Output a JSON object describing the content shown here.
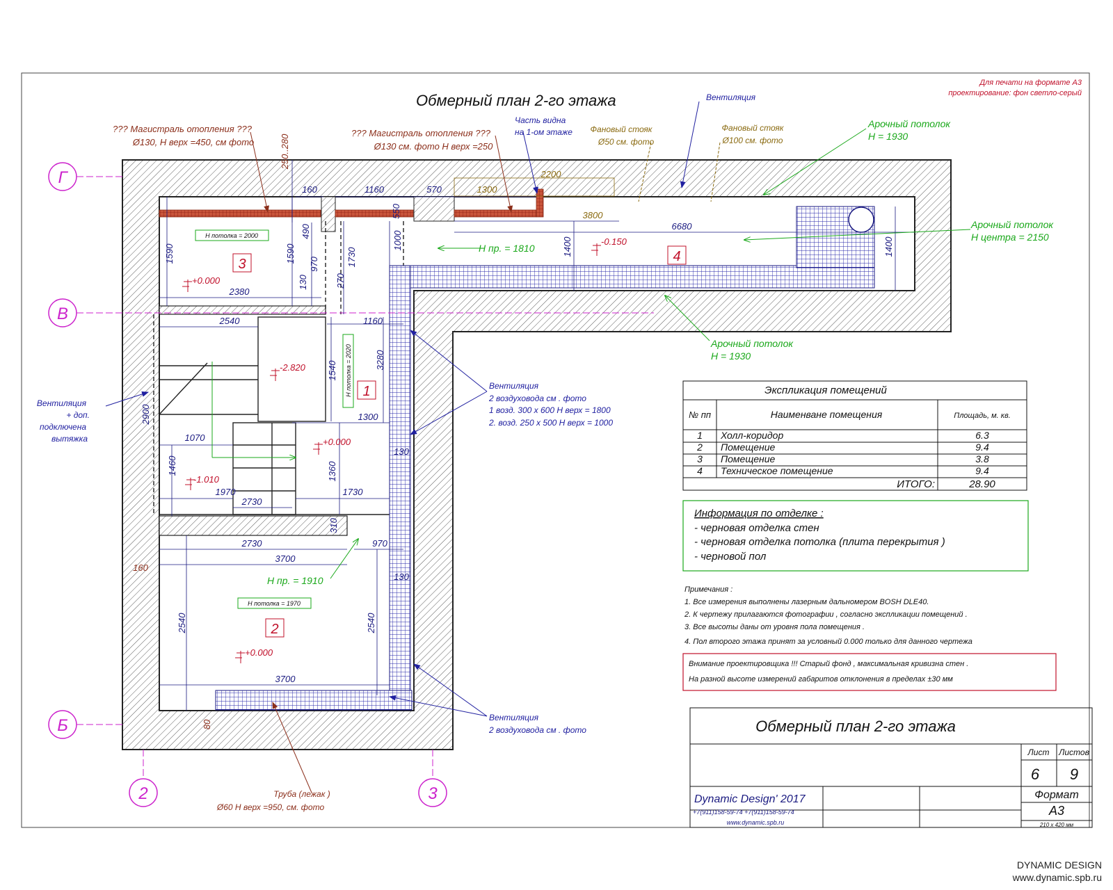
{
  "title": "Обмерный план  2-го этажа",
  "print_note": [
    "Для печати на формате А3",
    "проектирование: фон светло-серый"
  ],
  "axes": {
    "g": "Г",
    "v": "В",
    "b": "Б",
    "n2": "2",
    "n3": "3"
  },
  "annotations": {
    "heating1": [
      "??? Магистраль отопления    ???",
      "Ø130, H верх =450,  см фото"
    ],
    "heating2": [
      "??? Магистраль отопления    ???",
      "Ø130 см. фото H верх =250"
    ],
    "part_visible": [
      "Часть видна",
      "на 1-ом этаже"
    ],
    "vent_top": "Вентиляция",
    "riser50": [
      "Фановый стояк",
      "Ø50 см. фото"
    ],
    "riser100": [
      "Фановый стояк",
      "Ø100 см. фото"
    ],
    "arch1": [
      "Арочный потолок",
      "H = 1930"
    ],
    "arch2": [
      "Арочный потолок",
      "H центра = 2150"
    ],
    "arch3": [
      "Арочный потолок",
      "H = 1930"
    ],
    "vent_right": [
      "Вентиляция",
      "2 воздуховода см . фото",
      "1 возд. 300 x 600 H верх  = 1800",
      "2. возд. 250 x 500 H верх  = 1000"
    ],
    "vent_left": [
      "Вентиляция",
      "+ доп.",
      "подключена",
      "вытяжка"
    ],
    "vent_bottom": [
      "Вентиляция",
      "2 воздуховода см . фото"
    ],
    "pipe": [
      "Труба  (лежак )",
      "Ø60   H верх =950,  см. фото"
    ],
    "h_pr_1810": "H пр. =  1810",
    "h_pr_1910": "H пр. =  1910"
  },
  "rooms": {
    "r1": "1",
    "r2": "2",
    "r3": "3",
    "r4": "4"
  },
  "ceiling_tags": {
    "room3": "H потолка  = 2000",
    "room1": "H потолка = 2020",
    "room2": "H потолка  = 1970"
  },
  "levels": {
    "room3": "+0.000",
    "room4": "-0.150",
    "stair_top": "-2.820",
    "room1": "+0.000",
    "stair_bottom": "-1.010",
    "room2": "+0.000"
  },
  "dims": {
    "d250_280": "250..280",
    "d160_top": "160",
    "d1160_top": "1160",
    "d570": "570",
    "d1300_top": "1300",
    "d2200": "2200",
    "d3800": "3800",
    "d6680": "6680",
    "d1590_l": "1590",
    "d1590_r": "1590",
    "d490": "490",
    "d970_v": "970",
    "d1730_v": "1730",
    "d550": "550",
    "d1000": "1000",
    "d1400_l": "1400",
    "d1400_r": "1400",
    "d130_v": "130",
    "d270": "270",
    "d2380": "2380",
    "d2540_top": "2540",
    "d1160_mid": "1160",
    "d1540": "1540",
    "d3280": "3280",
    "d2900": "2900",
    "d1300_mid": "1300",
    "d1070": "1070",
    "d1460": "1460",
    "d1360": "1360",
    "d130_a": "130",
    "d1970": "1970",
    "d1730_h": "1730",
    "d2730_a": "2730",
    "d310": "310",
    "d2730_b": "2730",
    "d3700_a": "3700",
    "d970_h": "970",
    "d160_left": "160",
    "d130_b": "130",
    "d2540_l": "2540",
    "d2540_r": "2540",
    "d3700_b": "3700",
    "d80": "80"
  },
  "explication": {
    "title": "Экспликация помещений",
    "headers": [
      "№ пп",
      "Наименване помещения",
      "Площадь,      м. кв."
    ],
    "rows": [
      {
        "n": "1",
        "name": "Холл-коридор",
        "area": "6.3"
      },
      {
        "n": "2",
        "name": "Помещение",
        "area": "9.4"
      },
      {
        "n": "3",
        "name": "Помещение",
        "area": "3.8"
      },
      {
        "n": "4",
        "name": "Техническое помещение",
        "area": "9.4"
      }
    ],
    "total_label": "ИТОГО:",
    "total": "28.90"
  },
  "finish": {
    "title": "Информация по отделке :",
    "items": [
      "- черновая отделка стен",
      "- черновая отделка потолка  (плита перекрытия )",
      "- черновой пол"
    ]
  },
  "notes": {
    "title": "Примечания :",
    "items": [
      "1. Все измерения выполнены лазерным дальномером       BOSH DLE40.",
      "2. К чертежу прилагаются фотографии     , согласно экспликации помещений     .",
      "3. Все высоты даны от уровня  пола помещения     .",
      "4. Пол второго этажа принят за условный      0.000 только для данного чертежа"
    ]
  },
  "warning": [
    "Внимание проектировщика   !!! Старый фонд , максимальная кривизна стен    .",
    "На разной высоте  измерений габаритов отклонения в пределах         ±30 мм"
  ],
  "title_block": {
    "title": "Обмерный план  2-го этажа",
    "sheet_label": "Лист",
    "sheets_label": "Листов",
    "sheet": "6",
    "sheets": "9",
    "format_label": "Формат",
    "format": "А3",
    "format_size": "210 x 420 мм",
    "company": "Dynamic Design' 2017",
    "phones": "+7(911)158-59-74     +7(911)158-59-74",
    "site": "www.dynamic.spb.ru"
  },
  "watermark": [
    "DYNAMIC DESIGN",
    "www.dynamic.spb.ru"
  ],
  "colors": {
    "dim": "#1a1a80",
    "red": "#c0102a",
    "green": "#1aa81a",
    "olive": "#8a6a10",
    "axis": "#cc22cc",
    "brown": "#8b2e1a",
    "blue": "#2020a0"
  }
}
